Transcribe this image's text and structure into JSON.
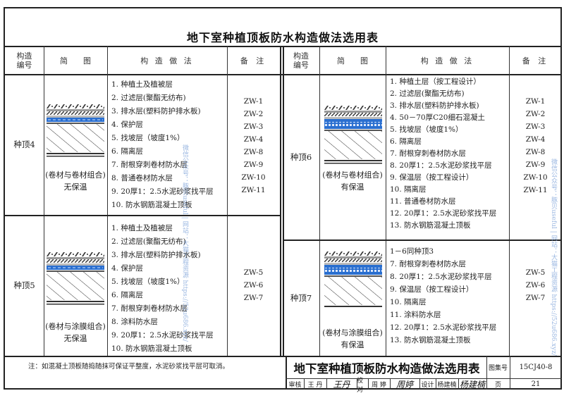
{
  "title": "地下室种植顶板防水构造做法选用表",
  "headers": {
    "code": "构造\n编号",
    "code_line1": "构造",
    "code_line2": "编号",
    "diagram": "简　　图",
    "method": "构 造 做 法",
    "notes": "备 注"
  },
  "rows": [
    {
      "id": "种顶4",
      "caption_line1": "(卷材与卷材组合)",
      "caption_line2": "无保温",
      "method": [
        "1.  种植土及植被层",
        "2.  过滤层(聚酯无纺布)",
        "3.  排水层(塑料防护排水板)",
        "4.  保护层",
        "5.  找坡层（坡度1%）",
        "6.  隔离层",
        "7.  耐根穿刺卷材防水层",
        "8.  普通卷材防水层",
        "9.  20厚1：2.5水泥砂浆找平层",
        "10.  防水钢筋混凝土顶板"
      ],
      "notes": [
        "ZW-1",
        "ZW-2",
        "ZW-3",
        "ZW-4",
        "ZW-8",
        "ZW-9",
        "ZW-10",
        "ZW-11"
      ]
    },
    {
      "id": "种顶5",
      "caption_line1": "(卷材与涂膜组合)",
      "caption_line2": "无保温",
      "method": [
        "1.  种植土及植被层",
        "2.  过滤层(聚酯无纺布)",
        "3.  排水层(塑料防护排水板)",
        "4.  保护层",
        "5.  找坡层（坡度1%）",
        "6.  隔离层",
        "7.  耐根穿刺卷材防水层",
        "8.  涂料防水层",
        "9.  20厚1：2.5水泥砂浆找平层",
        "10.  防水钢筋混凝土顶板"
      ],
      "notes": [
        "ZW-5",
        "ZW-6",
        "ZW-7"
      ]
    },
    {
      "id": "种顶6",
      "caption_line1": "(卷材与卷材组合)",
      "caption_line2": "有保温",
      "method": [
        "1.  种植土层（按工程设计）",
        "2.  过滤层(聚酯无纺布)",
        "3.  排水层(塑料防护排水板)",
        "4.  50－70厚C20细石混凝土",
        "5.  找坡层（坡度1%）",
        "6.  隔离层",
        "7.  耐根穿刺卷材防水层",
        "8.  20厚1：2.5水泥砂浆找平层",
        "9.  保温层（按工程设计）",
        "10.  隔离层",
        "11.  普通卷材防水层",
        "12.  20厚1：2.5水泥砂浆找平层",
        "13. 防水钢筋混凝土顶板"
      ],
      "notes": [
        "ZW-1",
        "ZW-2",
        "ZW-3",
        "ZW-4",
        "ZW-8",
        "ZW-9",
        "ZW-10",
        "ZW-11"
      ]
    },
    {
      "id": "种顶7",
      "caption_line1": "(卷材与涂膜组合)",
      "caption_line2": "有保温",
      "method": [
        "1－6同种顶3",
        "7.  耐根穿刺卷材防水层",
        "8.  20厚1：2.5水泥砂浆找平层",
        "9.  保温层（按工程设计）",
        "10.  隔离层",
        "11.  涂料防水层",
        "12.  20厚1：2.5水泥砂浆找平层",
        "13.  防水钢筋混凝土顶板"
      ],
      "notes": [
        "ZW-5",
        "ZW-6",
        "ZW-7"
      ]
    }
  ],
  "footnote": "注：如混凝土顶板随捣随抹可保证平整度，水泥砂浆找平层可取消。",
  "title_block": {
    "title": "地下室种植顶板防水构造做法选用表",
    "atlas_label": "图集号",
    "atlas_number": "15CJ40-8",
    "page_label": "页",
    "page_number": "21",
    "review_label": "审核",
    "reviewer": "王 丹",
    "reviewer_sig": "王丹",
    "proof_label": "校对",
    "proofer": "周 婷",
    "proofer_sig": "周婷",
    "design_label": "设计",
    "designer": "杨建楠",
    "designer_sig": "杨建楠"
  },
  "watermarks": {
    "center": "微信公众号：豚贝useful | 网站：大猫工程资源 https://52u686.xyz/",
    "right": "微信公众号：豚贝useful | 网站：大猫工程资源 https://52u686.xyz/"
  },
  "colors": {
    "line": "#222222",
    "drainage_blue": "#2a6fd0",
    "watermark": "#7aa0d8"
  }
}
